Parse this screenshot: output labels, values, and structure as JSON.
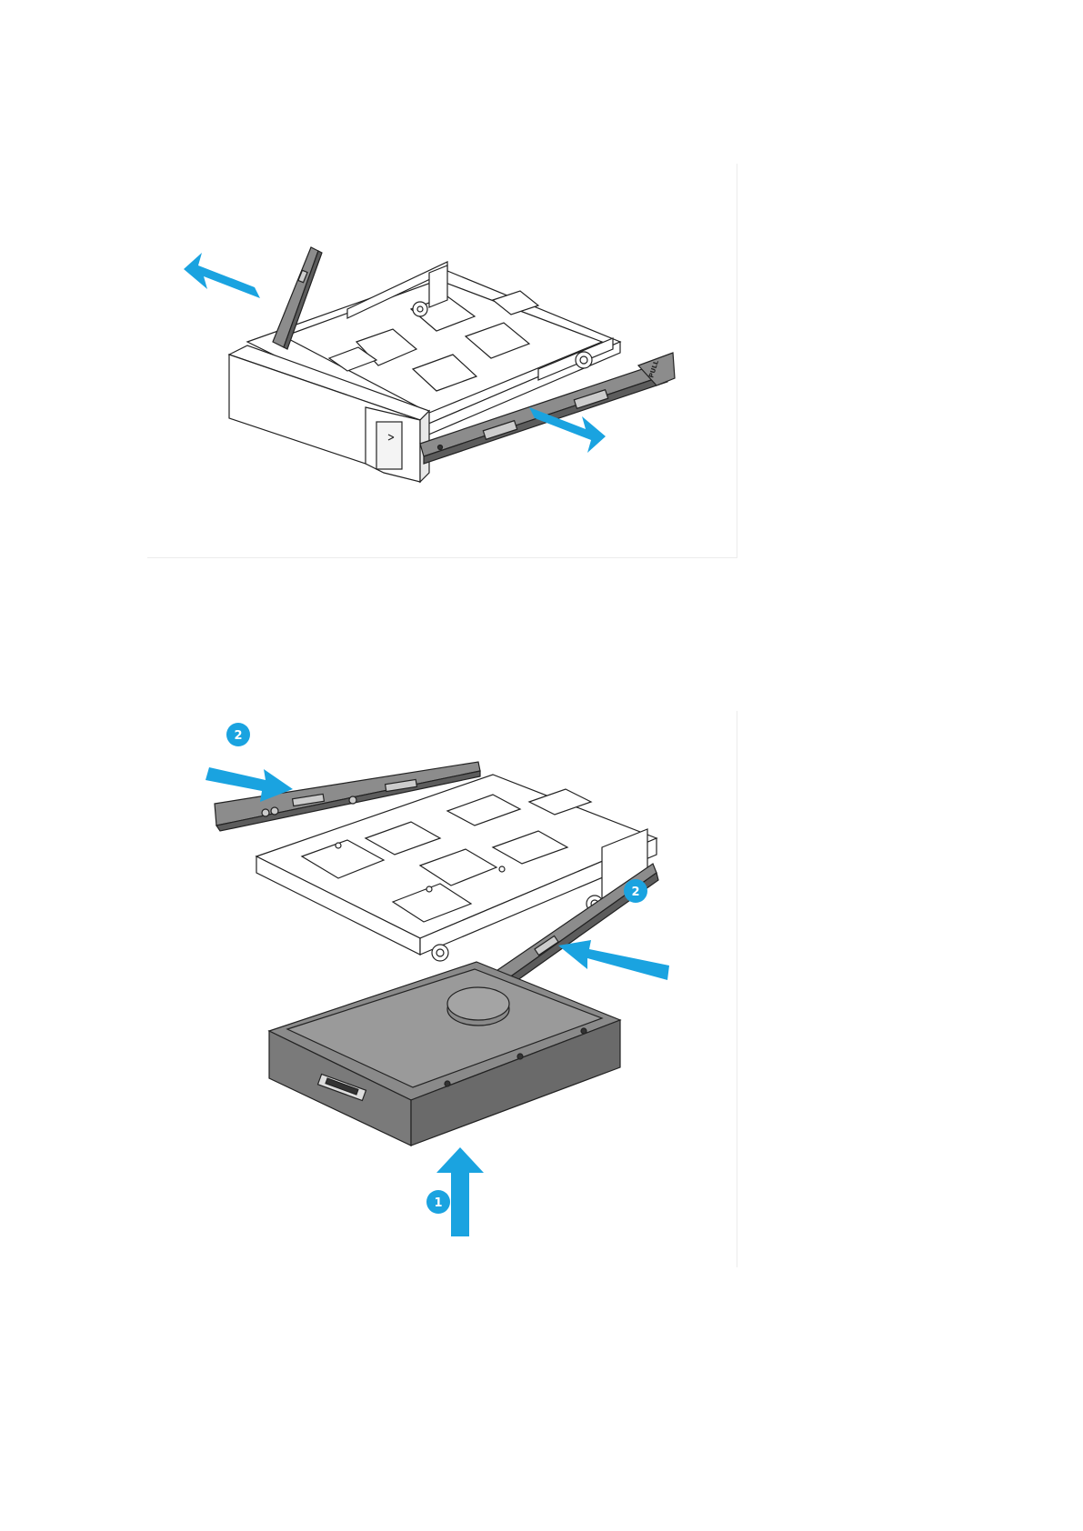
{
  "figures": [
    {
      "id": "remove-rails",
      "pull_label": "PULL",
      "arrow_color": "#1aa3e0"
    },
    {
      "id": "install-drive",
      "steps": [
        {
          "badge": "2"
        },
        {
          "badge": "2"
        },
        {
          "badge": "1"
        }
      ],
      "arrow_color": "#1aa3e0",
      "badge_color": "#1aa3e0"
    }
  ]
}
